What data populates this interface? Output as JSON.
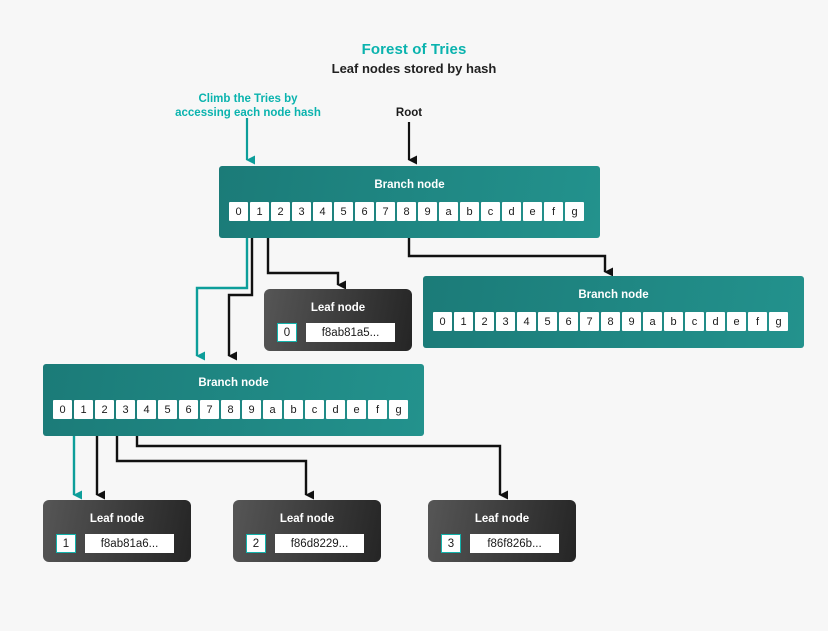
{
  "colors": {
    "background": "#f7f7f7",
    "accent_teal": "#0ab3ae",
    "branch_teal_dark": "#1b7b78",
    "branch_teal_light": "#23928d",
    "leaf_dark": "#252525",
    "leaf_light": "#565656",
    "arrow_dark": "#111111",
    "arrow_teal": "#0d9e9a",
    "text_dark": "#212121",
    "cell_white": "#ffffff"
  },
  "header": {
    "title": "Forest of Tries",
    "subtitle": "Leaf nodes stored by hash"
  },
  "annotations": [
    {
      "name": "climb-annotation",
      "line1": "Climb the Tries by",
      "line2": "accessing each node hash",
      "color": "teal"
    },
    {
      "name": "root-annotation",
      "line1": "Root",
      "line2": "",
      "color": "dark"
    }
  ],
  "nibbles": [
    "0",
    "1",
    "2",
    "3",
    "4",
    "5",
    "6",
    "7",
    "8",
    "9",
    "a",
    "b",
    "c",
    "d",
    "e",
    "f",
    "g"
  ],
  "branch_nodes": [
    {
      "id": "root-branch-node",
      "label": "Branch node",
      "cells": [
        "0",
        "1",
        "2",
        "3",
        "4",
        "5",
        "6",
        "7",
        "8",
        "9",
        "a",
        "b",
        "c",
        "d",
        "e",
        "f",
        "g"
      ],
      "active_cells": [
        "0",
        "1",
        "8"
      ]
    },
    {
      "id": "right-branch-node",
      "label": "Branch node",
      "cells": [
        "0",
        "1",
        "2",
        "3",
        "4",
        "5",
        "6",
        "7",
        "8",
        "9",
        "a",
        "b",
        "c",
        "d",
        "e",
        "f",
        "g"
      ],
      "active_cells": []
    },
    {
      "id": "lower-branch-node",
      "label": "Branch node",
      "cells": [
        "0",
        "1",
        "2",
        "3",
        "4",
        "5",
        "6",
        "7",
        "8",
        "9",
        "a",
        "b",
        "c",
        "d",
        "e",
        "f",
        "g"
      ],
      "active_cells": [
        "0",
        "1",
        "2",
        "3"
      ]
    }
  ],
  "leaf_nodes": [
    {
      "id": "leaf-node-0",
      "label": "Leaf node",
      "index": "0",
      "hash": "f8ab81a5..."
    },
    {
      "id": "leaf-node-1",
      "label": "Leaf node",
      "index": "1",
      "hash": "f8ab81a6..."
    },
    {
      "id": "leaf-node-2",
      "label": "Leaf node",
      "index": "2",
      "hash": "f86d8229..."
    },
    {
      "id": "leaf-node-3",
      "label": "Leaf node",
      "index": "3",
      "hash": "f86f826b..."
    }
  ]
}
